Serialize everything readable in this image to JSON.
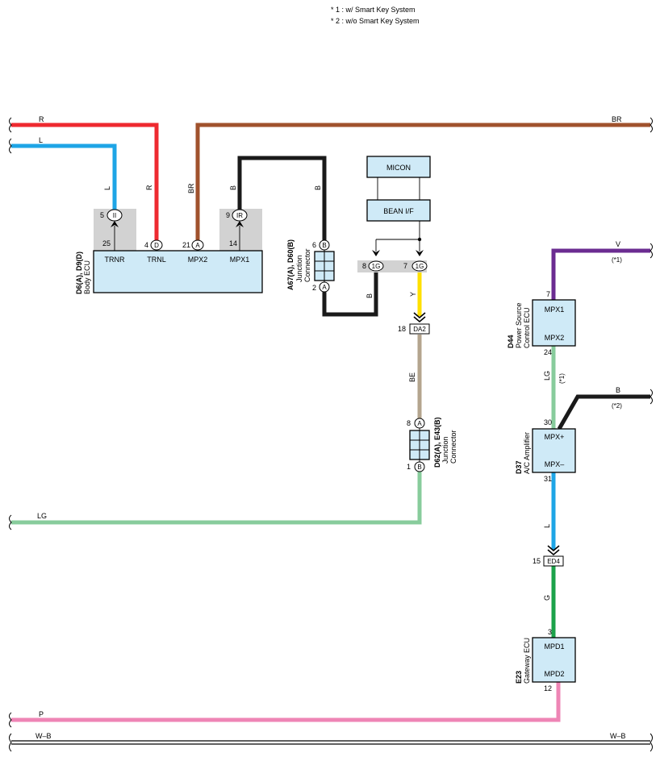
{
  "notes": [
    "* 1 : w/ Smart Key System",
    "* 2 : w/o Smart Key System"
  ],
  "colors": {
    "R": "#ee2a30",
    "L": "#1ea5e6",
    "BR": "#a0522d",
    "B": "#1a1a1a",
    "Y": "#ffe000",
    "BE": "#b4a58e",
    "V": "#6b2c91",
    "LG": "#88cc9c",
    "G": "#1ca24a",
    "P": "#ee85b5",
    "box": "#cfeaf7",
    "grey": "#d2d2d2"
  },
  "wires": {
    "R": "R",
    "L": "L",
    "BR": "BR",
    "B": "B",
    "Y": "Y",
    "BE": "BE",
    "LG": "LG",
    "V": "V",
    "G": "G",
    "P": "P",
    "WB": "W–B"
  },
  "body_ecu": {
    "code": "D6(A), D9(D)",
    "name": "Body ECU",
    "terminals": [
      "TRNR",
      "TRNL",
      "MPX2",
      "MPX1"
    ],
    "pins": [
      "5",
      "25",
      "4",
      "21",
      "9",
      "14"
    ],
    "connectors": [
      "II",
      "D",
      "A",
      "IR"
    ]
  },
  "junction_a67": {
    "code": "A67(A), D60(B)",
    "name_1": "Junction",
    "name_2": "Connector",
    "pins": [
      "6",
      "2"
    ],
    "connectors": [
      "B",
      "A"
    ]
  },
  "micon": {
    "label": "MICON"
  },
  "bean": {
    "label": "BEAN I/F"
  },
  "joint": {
    "pins": [
      "8",
      "7"
    ],
    "labels": [
      "1G",
      "1G"
    ]
  },
  "da2": {
    "pin": "18",
    "label": "DA2"
  },
  "junction_d62": {
    "code": "D62(A), E43(B)",
    "name_1": "Junction",
    "name_2": "Connector",
    "pins": [
      "8",
      "1"
    ],
    "connectors": [
      "A",
      "B"
    ]
  },
  "power_ecu": {
    "code": "D44",
    "name_1": "Power Source",
    "name_2": "Control ECU",
    "terminals": [
      "MPX1",
      "MPX2"
    ],
    "pins": [
      "7",
      "24"
    ]
  },
  "ac_amp": {
    "code": "D37",
    "name": "A/C Amplifier",
    "terminals": [
      "MPX+",
      "MPX–"
    ],
    "pins": [
      "30",
      "31"
    ]
  },
  "ed4": {
    "pin": "15",
    "label": "ED4"
  },
  "gateway": {
    "code": "E23",
    "name": "Gateway ECU",
    "terminals": [
      "MPD1",
      "MPD2"
    ],
    "pins": [
      "3",
      "12"
    ]
  },
  "marks": {
    "star1": "(*1)",
    "star2": "(*2)",
    "star1b": "(*1)"
  }
}
